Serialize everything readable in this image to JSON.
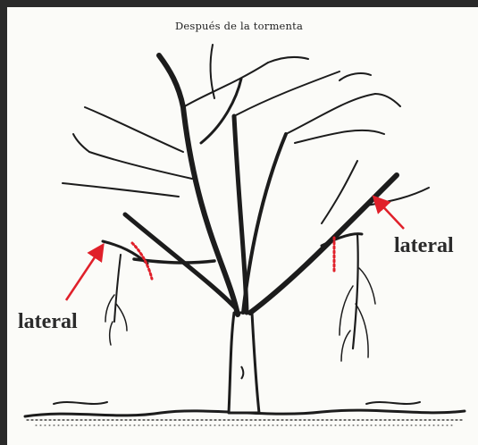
{
  "figure": {
    "title": "Después de la tormenta",
    "labels": {
      "left": "lateral",
      "right": "lateral"
    }
  },
  "colors": {
    "ink": "#1c1c1c",
    "annotation": "#e0202a",
    "paper": "#fbfbf8",
    "frame": "#2a2a2a"
  }
}
